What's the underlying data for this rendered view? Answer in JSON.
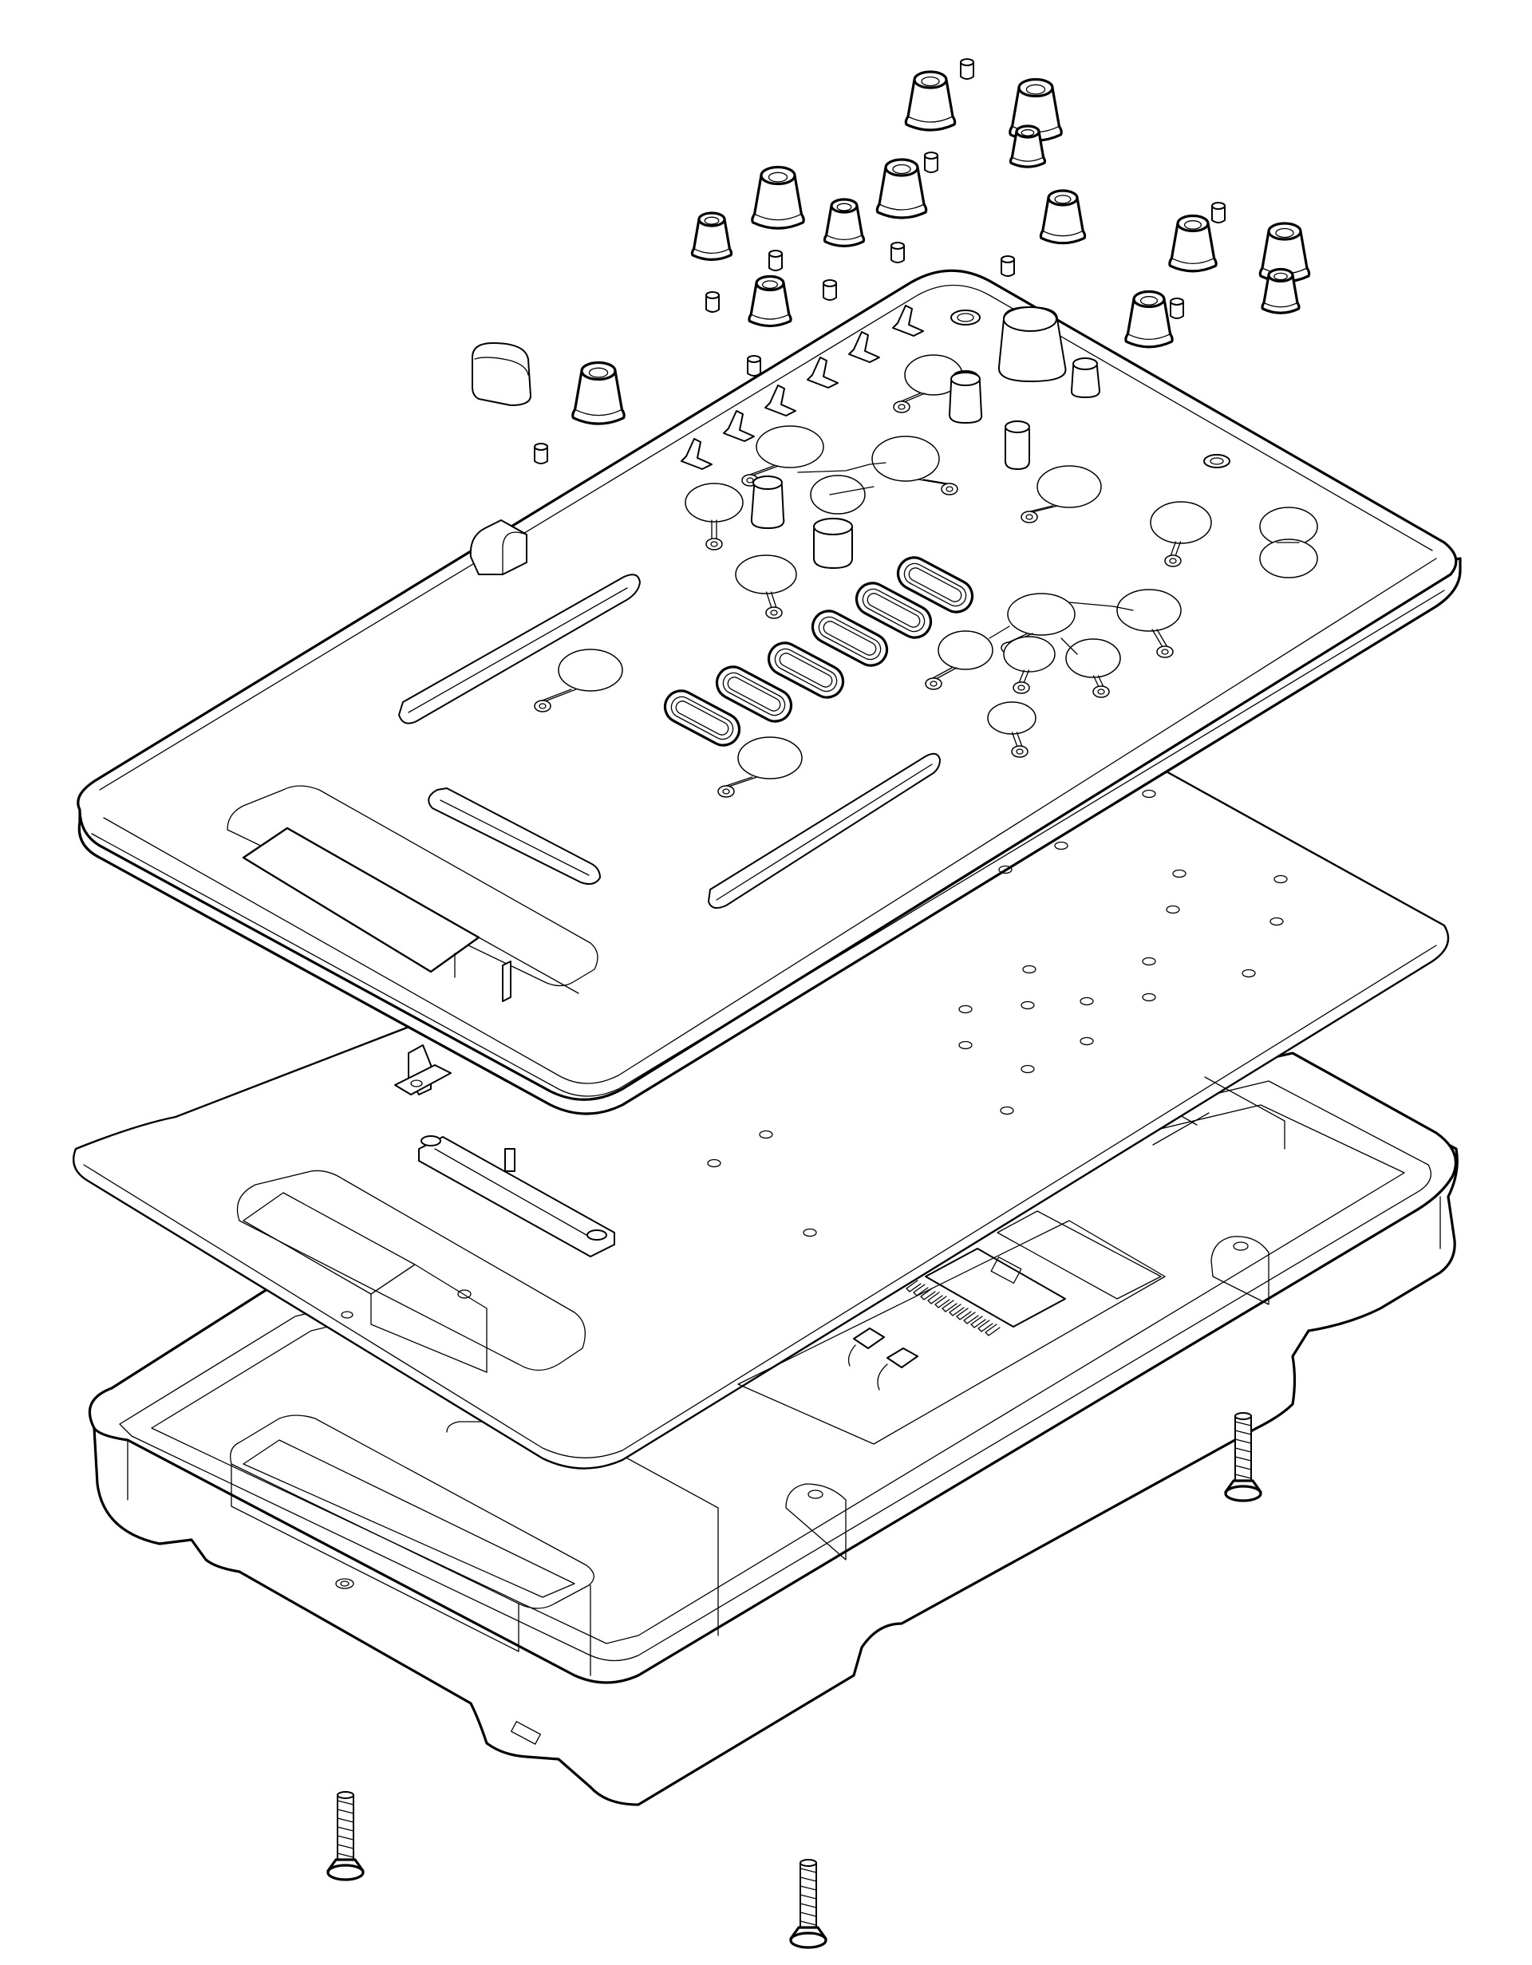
{
  "diagram": {
    "type": "exploded-isometric-assembly",
    "parts": [
      "knob-caps",
      "knob-shaft-pins",
      "push-button-caps",
      "slider-caps",
      "top-panel",
      "circuit-board",
      "bottom-case",
      "case-screws"
    ]
  },
  "colors": {
    "line": "#000000",
    "background": "#ffffff"
  }
}
